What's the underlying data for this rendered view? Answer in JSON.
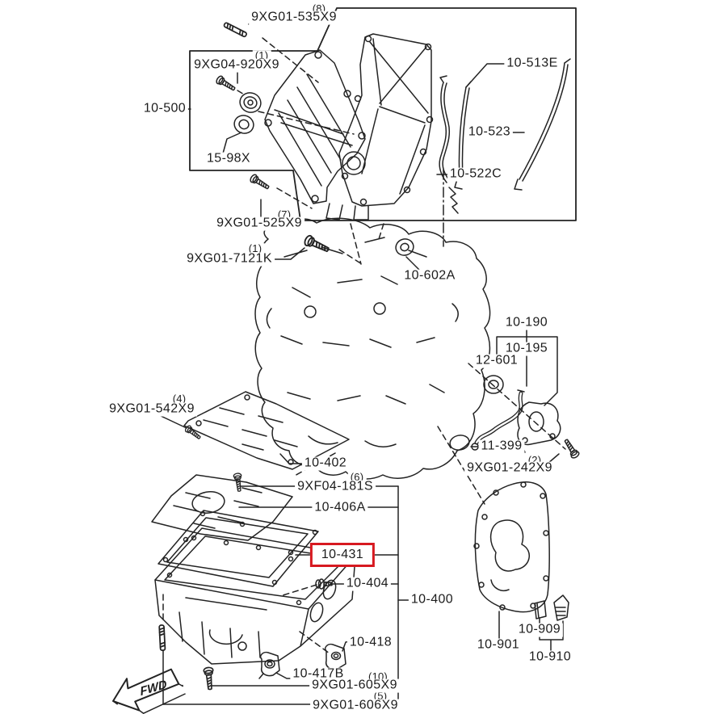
{
  "diagram": {
    "fwd_marker": "FWD",
    "highlight_color": "#d71920",
    "line_color": "#232323"
  },
  "parts": {
    "x535": {
      "qty": "(8)",
      "code": "9XG01-535X9"
    },
    "x920": {
      "qty": "(1)",
      "code": "9XG04-920X9"
    },
    "x500": {
      "code": "10-500"
    },
    "x98": {
      "code": "15-98X"
    },
    "x513": {
      "code": "10-513E"
    },
    "x523": {
      "code": "10-523"
    },
    "x522": {
      "code": "10-522C"
    },
    "x525": {
      "qty": "(7)",
      "code": "9XG01-525X9"
    },
    "x7121": {
      "qty": "(1)",
      "code": "9XG01-7121K"
    },
    "x602": {
      "code": "10-602A"
    },
    "x190": {
      "code": "10-190"
    },
    "x195": {
      "code": "10-195"
    },
    "x12601": {
      "code": "12-601"
    },
    "x542": {
      "qty": "(4)",
      "code": "9XG01-542X9"
    },
    "x11399": {
      "code": "11-399"
    },
    "x242": {
      "qty": "(2)",
      "code": "9XG01-242X9"
    },
    "x402": {
      "code": "10-402"
    },
    "x181": {
      "qty": "(6)",
      "code": "9XF04-181S"
    },
    "x406": {
      "code": "10-406A"
    },
    "x431": {
      "code": "10-431"
    },
    "x404": {
      "code": "10-404"
    },
    "x400": {
      "code": "10-400"
    },
    "x418": {
      "code": "10-418"
    },
    "x417": {
      "code": "10-417B"
    },
    "x605": {
      "qty": "(10)",
      "code": "9XG01-605X9"
    },
    "x606": {
      "qty": "(5)",
      "code": "9XG01-606X9"
    },
    "x901": {
      "code": "10-901"
    },
    "x909": {
      "code": "10-909"
    },
    "x910": {
      "code": "10-910"
    }
  }
}
